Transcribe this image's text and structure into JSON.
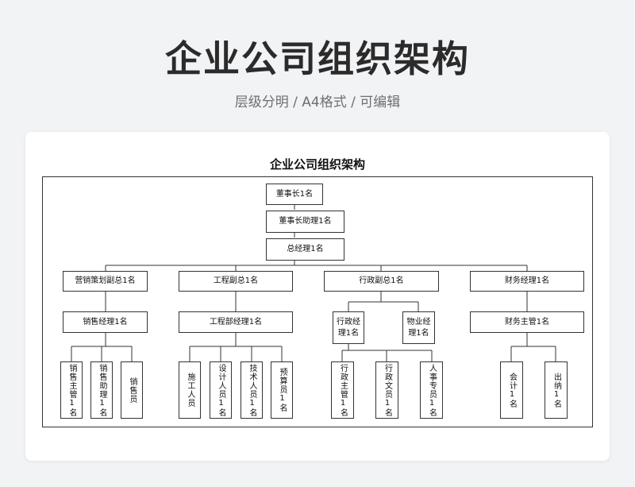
{
  "header": {
    "title": "企业公司组织架构",
    "subtitle": "层级分明 / A4格式 / 可编辑"
  },
  "chart": {
    "title": "企业公司组织架构",
    "nodes": {
      "chairman": "董事长1名",
      "chairman_assistant": "董事长助理1名",
      "general_manager": "总经理1名",
      "vp_sales": "营销策划副总1名",
      "vp_engineering": "工程副总1名",
      "vp_admin": "行政副总1名",
      "finance_manager": "财务经理1名",
      "sales_manager": "销售经理1名",
      "engineering_manager": "工程部经理1名",
      "admin_manager": "行政经理1名",
      "property_manager": "物业经理1名",
      "finance_supervisor": "财务主管1名",
      "sales_supervisor": "销售主管1名",
      "sales_assistant": "销售助理1名",
      "salesperson": "销售员",
      "construction_staff": "施工人员",
      "designer": "设计人员1名",
      "technician": "技术人员1名",
      "estimator": "预算员1名",
      "admin_supervisor": "行政主管1名",
      "admin_clerk": "行政文员1名",
      "hr_specialist": "人事专员1名",
      "accountant": "会计1名",
      "cashier": "出纳1名"
    }
  }
}
